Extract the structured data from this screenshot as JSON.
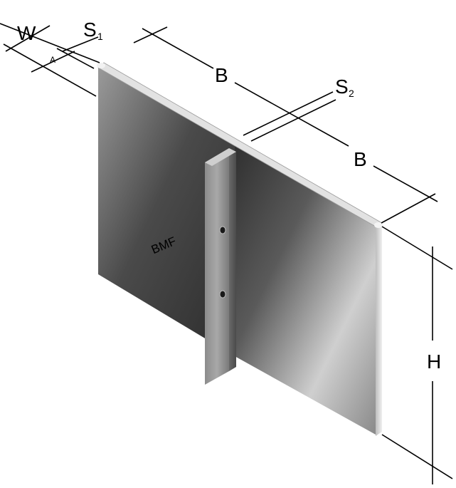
{
  "labels": {
    "W": "W",
    "S1": "S",
    "S1_sub": "1",
    "A": "A",
    "B_top": "B",
    "S2": "S",
    "S2_sub": "2",
    "B_bottom": "B",
    "H": "H",
    "brand": "BMF"
  },
  "colors": {
    "plate_light": "#d2d2d2",
    "plate_dark": "#3a3a3a",
    "edge": "#eaeaea",
    "dimension": "#000000"
  }
}
